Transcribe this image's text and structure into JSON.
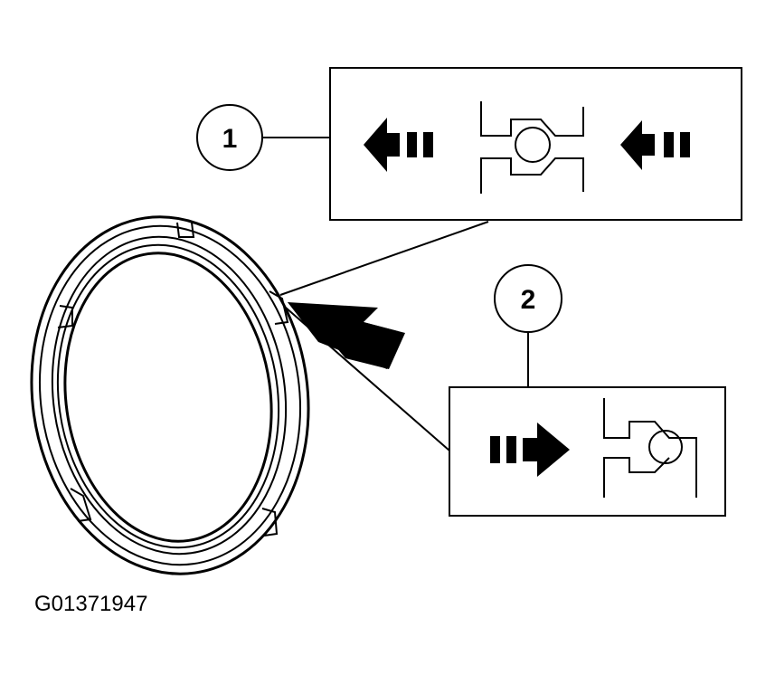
{
  "callouts": [
    {
      "id": "1"
    },
    {
      "id": "2"
    }
  ],
  "figure_id": "G01371947",
  "colors": {
    "ink": "#000000",
    "paper": "#ffffff"
  }
}
